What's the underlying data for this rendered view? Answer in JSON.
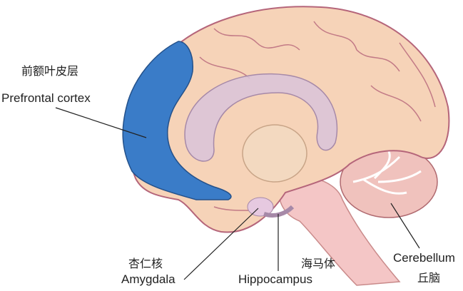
{
  "labels": {
    "prefrontal_zh": "前额叶皮层",
    "prefrontal_en": "Prefrontal cortex",
    "amygdala_zh": "杏仁核",
    "amygdala_en": "Amygdala",
    "hippocampus_zh": "海马体",
    "hippocampus_en": "Hippocampus",
    "cerebellum_en": "Cerebellum",
    "cerebellum_zh": "丘脑"
  },
  "colors": {
    "cortex": "#f6d3b8",
    "cortex_outline": "#b5657a",
    "prefrontal": "#3a7cc8",
    "limbic": "#d9c3d9",
    "brainstem": "#f4c6c6",
    "cerebellum": "#f0c2bd"
  }
}
